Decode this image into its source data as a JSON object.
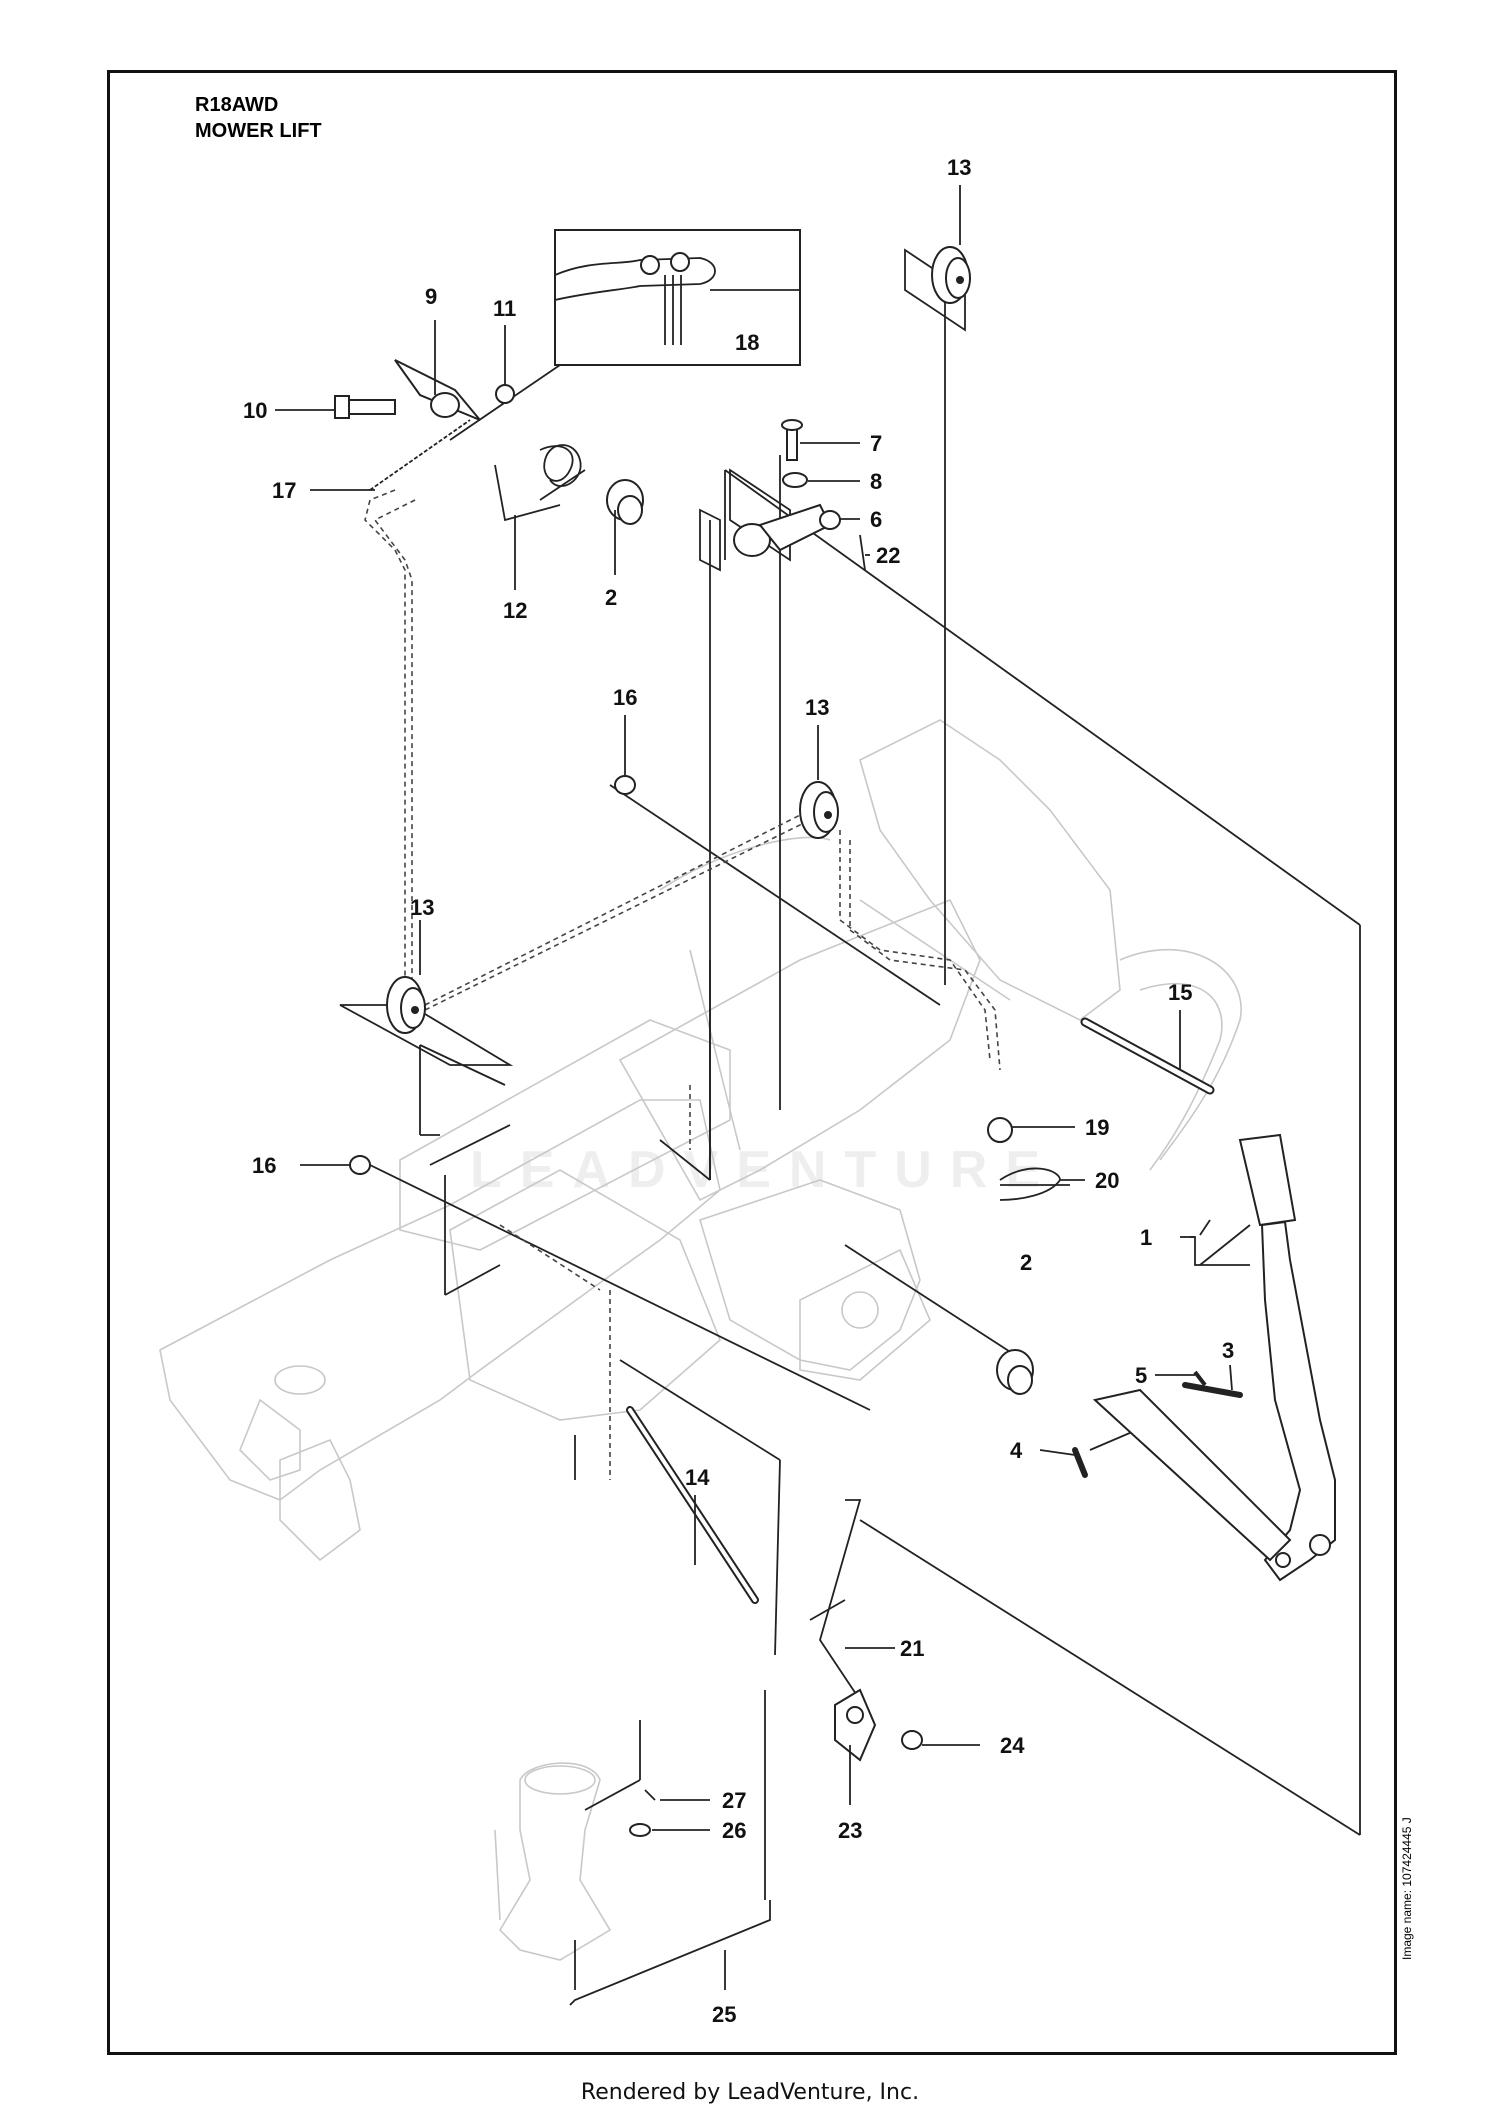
{
  "title": {
    "model": "R18AWD",
    "section": "MOWER LIFT"
  },
  "callouts": [
    "1",
    "2",
    "3",
    "4",
    "5",
    "6",
    "7",
    "8",
    "9",
    "10",
    "11",
    "12",
    "13",
    "14",
    "15",
    "16",
    "17",
    "18",
    "19",
    "20",
    "21",
    "22",
    "23",
    "24",
    "25",
    "26",
    "27"
  ],
  "labels": {
    "c1": "1",
    "c2a": "2",
    "c2b": "2",
    "c3": "3",
    "c4": "4",
    "c5": "5",
    "c6": "6",
    "c7": "7",
    "c8": "8",
    "c9": "9",
    "c10": "10",
    "c11": "11",
    "c12": "12",
    "c13a": "13",
    "c13b": "13",
    "c13c": "13",
    "c14": "14",
    "c15": "15",
    "c16a": "16",
    "c16b": "16",
    "c17": "17",
    "c18": "18",
    "c19": "19",
    "c20": "20",
    "c21": "21",
    "c22": "22",
    "c23": "23",
    "c24": "24",
    "c25": "25",
    "c26": "26",
    "c27": "27"
  },
  "image_name": "Image name: 107424445 J",
  "watermark": "LEADVENTURE",
  "footer": "Rendered by LeadVenture, Inc."
}
